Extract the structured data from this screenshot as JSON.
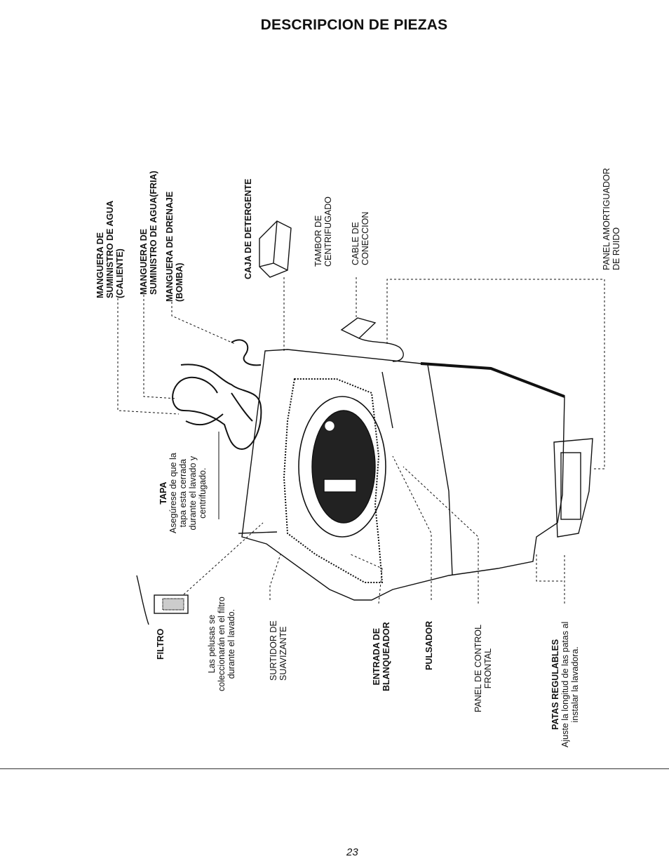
{
  "page": {
    "title": "DESCRIPCION DE PIEZAS",
    "page_number": "23"
  },
  "labels": {
    "manguera_caliente": [
      "MANGUERA DE",
      "SUMINISTRO DE AGUA",
      "(CALIENTE)"
    ],
    "manguera_fria": [
      "MANGUERA DE",
      "SUMINISTRO DE AGUA(FRIA)"
    ],
    "manguera_drenaje": [
      "MANGUERA DE DRENAJE",
      "(BOMBA)"
    ],
    "caja_detergente": [
      "CAJA DE DETERGENTE"
    ],
    "tambor": [
      "TAMBOR DE",
      "CENTRIFUGADO"
    ],
    "cable": [
      "CABLE DE",
      "CONECCION"
    ],
    "panel_amortiguador": [
      "PANEL AMORTIGUADOR",
      "DE RUIDO"
    ],
    "tapa": {
      "heading": "TAPA",
      "lines": [
        "Asegúrese de que la",
        "tapa esta cerrada",
        "durante el lavado y",
        "centrifugado."
      ]
    },
    "filtro": {
      "heading": "FILTRO",
      "lines": [
        "Las pelusas se",
        "coleccionarán en el filtro",
        "durante el lavado."
      ]
    },
    "surtidor": [
      "SURTIDOR DE",
      "SUAVIZANTE"
    ],
    "entrada": [
      "ENTRADA DE",
      "BLANQUEADOR"
    ],
    "pulsador": [
      "PULSADOR"
    ],
    "panel_control": [
      "PANEL DE CONTROL",
      "FRONTAL"
    ],
    "patas": {
      "heading": "PATAS REGULABLES",
      "lines": [
        "Ajuste la longitud de las patas al",
        "instalar la lavadora."
      ]
    }
  }
}
